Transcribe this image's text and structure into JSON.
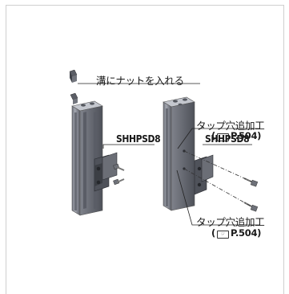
{
  "labels": {
    "insert_nut": "溝にナットを入れる",
    "part_left": "SHHPSD8",
    "part_right": "SHHPSD8",
    "tap_top": "タップ穴追加工",
    "tap_bottom": "タップ穴追加工",
    "ref_top_open": "(",
    "ref_top_page": "P.504",
    "ref_top_close": ")",
    "ref_bottom_open": "(",
    "ref_bottom_page": "P.504",
    "ref_bottom_close": ")"
  },
  "colors": {
    "profile_face": "#8a8d96",
    "profile_dark": "#5e616b",
    "profile_light": "#b7bac2",
    "bracket": "#4f525a",
    "leader": "#222222"
  }
}
